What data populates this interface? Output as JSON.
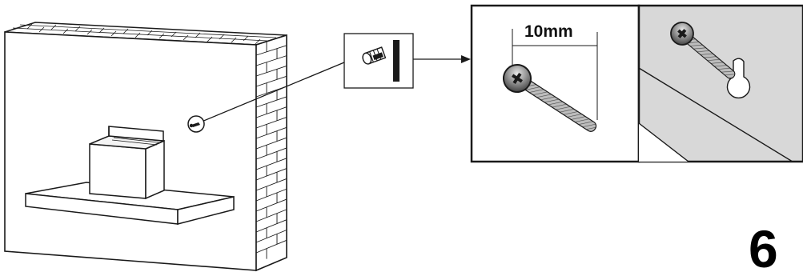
{
  "figure": {
    "screw_length_label": "10mm",
    "step_number": "6",
    "colors": {
      "line": "#1a1a1a",
      "wall_face": "#ffffff",
      "detail_background": "#d8d8d8",
      "screw_metal": "#9a9a9a"
    },
    "icons": {
      "tool_callout": "screw-and-bracket-icon",
      "wall_marker": "screw-position-marker"
    }
  }
}
